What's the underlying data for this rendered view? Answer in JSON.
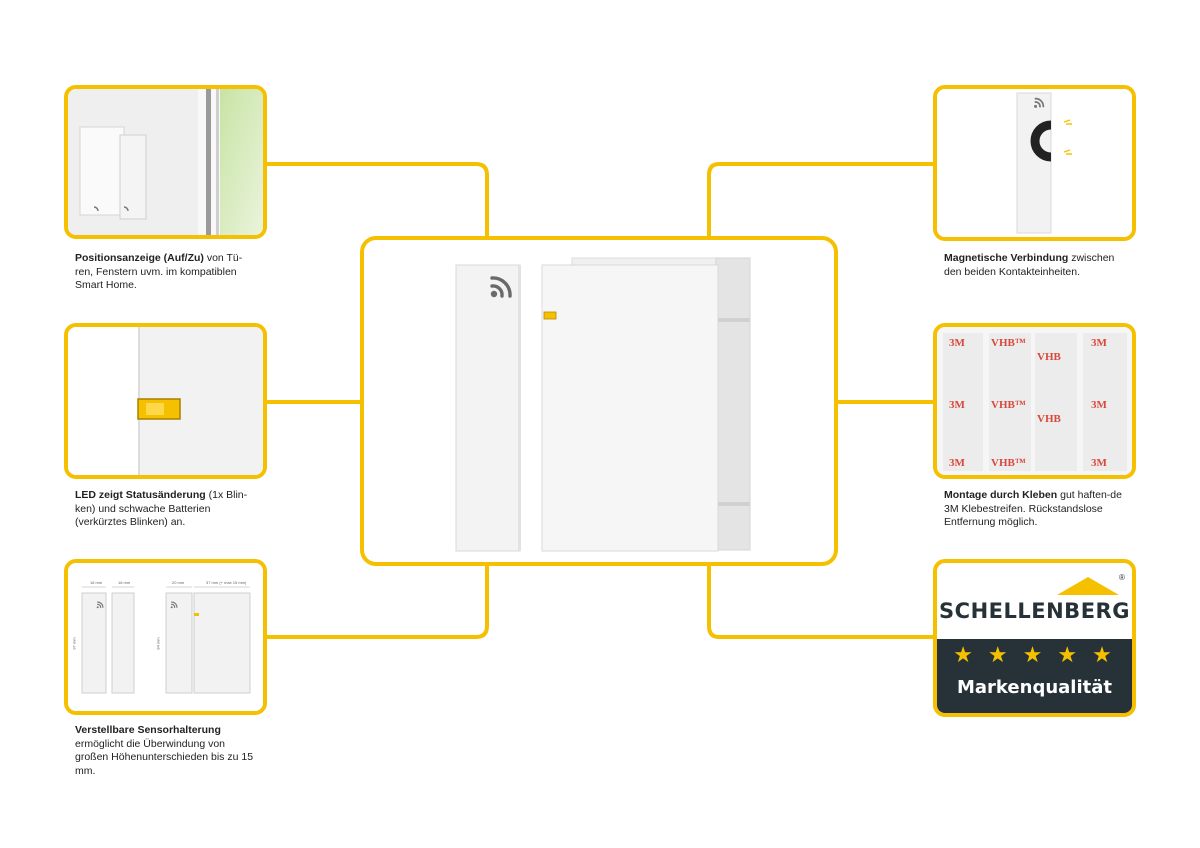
{
  "captions": {
    "position": {
      "bold": "Positionsanzeige (Auf/Zu)",
      "rest": " von Tü-ren, Fenstern uvm. im kompatiblen Smart Home."
    },
    "led": {
      "bold": "LED zeigt Statusänderung",
      "rest": " (1x Blin-ken) und schwache Batterien (verkürztes Blinken) an."
    },
    "sensor": {
      "bold": "Verstellbare Sensorhalterung",
      "rest": " ermöglicht die Überwindung von großen Höhenunterschieden bis zu 15 mm."
    },
    "magnet": {
      "bold": "Magnetische Verbindung",
      "rest": " zwischen den beiden Kontakteinheiten."
    },
    "mount": {
      "bold": "Montage durch Kleben",
      "rest": " gut haften-de 3M Klebestreifen. Rückstandslose Entfernung möglich."
    }
  },
  "dimensions": {
    "w1": "16 mm",
    "w2": "16 mm",
    "w3": "20 mm",
    "w4": "37 mm (+ max 15 mm)",
    "h1": "97 mm",
    "h2": "84 mm"
  },
  "tape": {
    "brand": "3M",
    "product": "VHB",
    "tm": "VHB™"
  },
  "logo": {
    "brand": "SCHELLENBERG",
    "registered": "®",
    "stars": "★ ★ ★ ★ ★",
    "tagline": "Markenqualität"
  },
  "colors": {
    "accent": "#f5c000",
    "logo_dark": "#263238",
    "star": "#f5c000",
    "device": "#f2f2f2",
    "tape_red": "#d8483c"
  },
  "icons": [
    "wifi-icon",
    "magnet-icon",
    "led-indicator-icon",
    "star-icon"
  ]
}
